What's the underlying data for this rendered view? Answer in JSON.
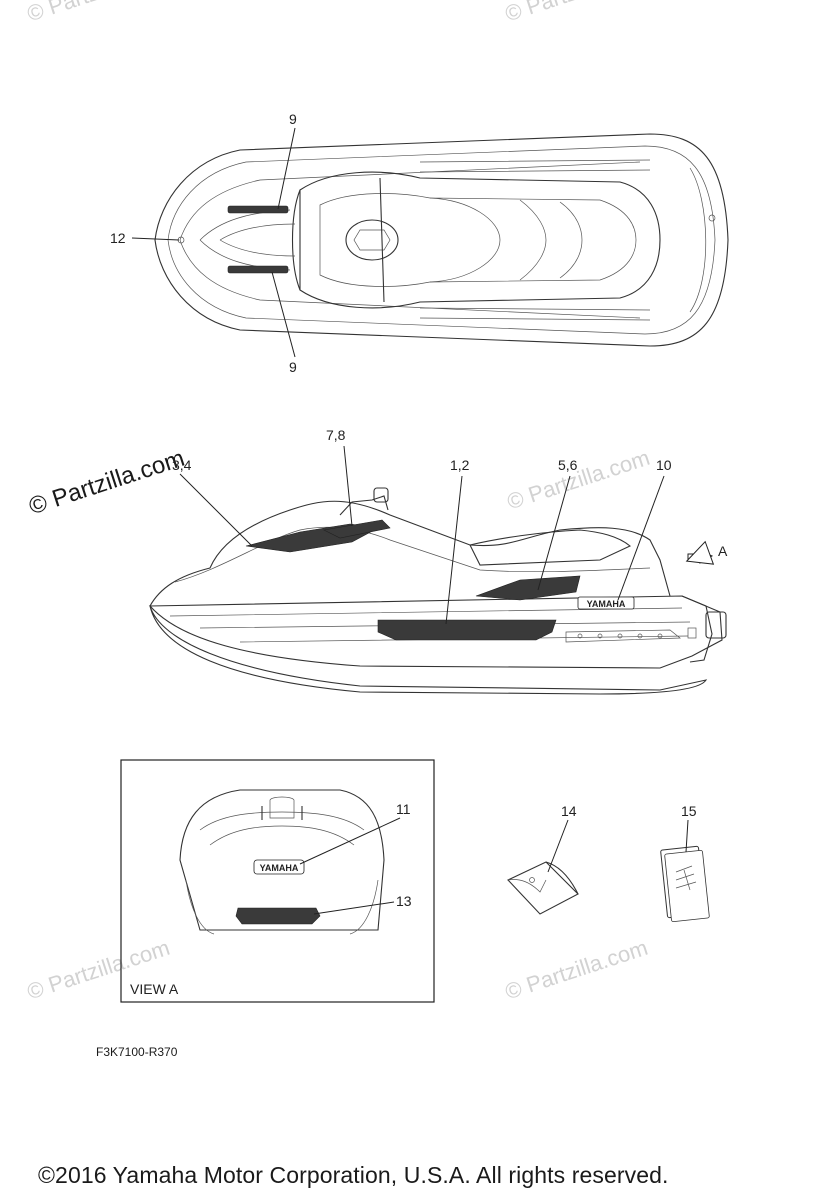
{
  "watermarks": {
    "partzilla": "© Partzilla.com",
    "partzilla_short": "© Partzi"
  },
  "callouts": {
    "top_upper_9": "9",
    "top_lower_9": "9",
    "top_12": "12",
    "side_34": "3,4",
    "side_78": "7,8",
    "side_12": "1,2",
    "side_56": "5,6",
    "side_10": "10",
    "side_arrow_a": "A",
    "view_11": "11",
    "view_13": "13",
    "part_14": "14",
    "part_15": "15"
  },
  "view_box_label": "VIEW A",
  "brand_text": "YAMAHA",
  "part_code": "F3K7100-R370",
  "copyright": "©2016  Yamaha Motor Corporation, U.S.A. All rights reserved."
}
